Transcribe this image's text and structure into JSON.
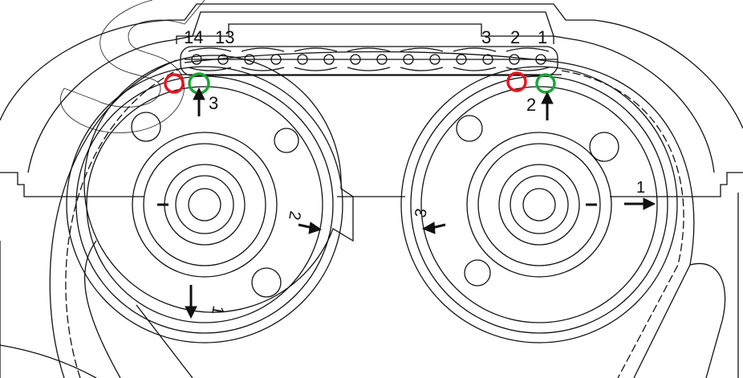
{
  "diagram": {
    "chain_link_labels": {
      "left_a": "14",
      "left_b": "13",
      "right_a": "3",
      "right_b": "2",
      "right_c": "1"
    },
    "left_sprocket": {
      "timing_mark_label": "3",
      "arrow_right_label": "2",
      "arrow_bottom_label": "1"
    },
    "right_sprocket": {
      "timing_mark_label": "2",
      "arrow_left_label": "3",
      "arrow_right_label": "1"
    },
    "colors": {
      "misaligned_marker": "#e8141e",
      "aligned_marker": "#1aa637",
      "line": "#111111"
    }
  }
}
